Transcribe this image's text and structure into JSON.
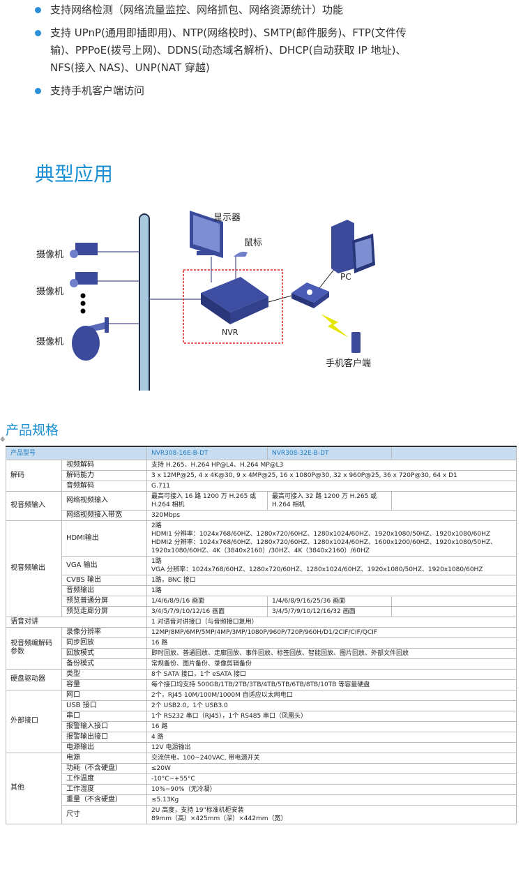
{
  "features": [
    "支持网络检测（网络流量监控、网络抓包、网络资源统计）功能",
    "支持 UPnP(通用即插即用)、NTP(网络校时)、SMTP(邮件服务)、FTP(文件传输)、PPPoE(拨号上网)、DDNS(动态域名解析)、DHCP(自动获取 IP 地址)、NFS(接入 NAS)、UNP(NAT 穿越)",
    "支持手机客户端访问"
  ],
  "section_application": "典型应用",
  "diagram": {
    "camera1": "摄像机",
    "camera2": "摄像机",
    "camera3": "摄像机",
    "monitor": "显示器",
    "mouse": "鼠标",
    "nvr": "NVR",
    "pc": "PC",
    "mobile": "手机客户端"
  },
  "section_spec": "产品规格",
  "table": {
    "header": {
      "label": "产品型号",
      "models": [
        "NVR308-16E-B-DT",
        "NVR308-32E-B-DT",
        ""
      ]
    },
    "groups": [
      {
        "name": "解码",
        "rows": [
          {
            "label": "视频解码",
            "values": [
              "支持 H.265、H.264 HP@L4、H.264 MP@L3"
            ]
          },
          {
            "label": "解码能力",
            "values": [
              "3 x 12MP@25, 4 x 4K@30, 9 x 4MP@25, 16 x 1080P@30, 32 x 960P@25, 36 x 720P@30, 64 x D1"
            ]
          },
          {
            "label": "音频解码",
            "values": [
              "G.711"
            ]
          }
        ]
      },
      {
        "name": "视音频输入",
        "rows": [
          {
            "label": "网络视频输入",
            "values": [
              "最高可接入 16 路 1200 万 H.265 或 H.264 相机",
              "最高可接入 32 路 1200 万 H.265 或 H.264 相机"
            ]
          },
          {
            "label": "网络视频接入带宽",
            "values": [
              "320Mbps"
            ]
          }
        ]
      },
      {
        "name": "视音频输出",
        "rows": [
          {
            "label": "HDMI输出",
            "values": [
              "2路\nHDMI1 分辨率：1024x768/60HZ、1280x720/60HZ、1280x1024/60HZ、1920x1080/50HZ、1920x1080/60HZ\nHDMI2 分辨率：1024x768/60HZ、1280x720/60HZ、1280x1024/60HZ、1600x1200/60HZ、1920x1080/50HZ、1920x1080/60HZ、4K（3840x2160）/30HZ、4K（3840x2160）/60HZ"
            ]
          },
          {
            "label": "VGA 输出",
            "values": [
              "1路\nVGA 分辨率：1024x768/60HZ、1280x720/60HZ、1280x1024/60HZ、1920x1080/50HZ、1920x1080/60HZ"
            ]
          },
          {
            "label": "CVBS 输出",
            "values": [
              "1路，BNC 接口"
            ]
          },
          {
            "label": "音频输出",
            "values": [
              "1路"
            ]
          },
          {
            "label": "预览普通分屏",
            "values": [
              "1/4/6/8/9/16 画面",
              "1/4/6/8/9/16/25/36 画面"
            ]
          },
          {
            "label": "预览走廊分屏",
            "values": [
              "3/4/5/7/9/10/12/16 画面",
              "3/4/5/7/9/10/12/16/32 画面"
            ]
          }
        ]
      },
      {
        "name": "语音对讲",
        "rows": [
          {
            "label": "",
            "values": [
              "1 对语音对讲接口（与音频接口复用）"
            ]
          }
        ]
      },
      {
        "name": "视音频编解码参数",
        "rows": [
          {
            "label": "录像分辨率",
            "values": [
              "12MP/8MP/6MP/5MP/4MP/3MP/1080P/960P/720P/960H/D1/2CIF/CIF/QCIF"
            ]
          },
          {
            "label": "同步回放",
            "values": [
              "16 路"
            ]
          },
          {
            "label": "回放模式",
            "values": [
              "即时回放、普通回放、走廊回放、事件回放、标签回放、智能回放、图片回放、外部文件回放"
            ]
          },
          {
            "label": "备份模式",
            "values": [
              "常规备份、图片备份、录像剪辑备份"
            ]
          }
        ]
      },
      {
        "name": "硬盘驱动器",
        "rows": [
          {
            "label": "类型",
            "values": [
              "8个 SATA 接口，1个 eSATA 接口"
            ]
          },
          {
            "label": "容量",
            "values": [
              "每个接口均支持 500GB/1TB/2TB/3TB/4TB/5TB/6TB/8TB/10TB 等容量硬盘"
            ]
          }
        ]
      },
      {
        "name": "外部接口",
        "rows": [
          {
            "label": "网口",
            "values": [
              "2个，RJ45 10M/100M/1000M 自适应以太网电口"
            ]
          },
          {
            "label": "USB 接口",
            "values": [
              "2个 USB2.0，1个 USB3.0"
            ]
          },
          {
            "label": "串口",
            "values": [
              "1个 RS232 串口（RJ45），1个 RS485 串口（凤凰头）"
            ]
          },
          {
            "label": "报警输入接口",
            "values": [
              "16 路"
            ]
          },
          {
            "label": "报警输出接口",
            "values": [
              "4 路"
            ]
          },
          {
            "label": "电源输出",
            "values": [
              "12V 电源输出"
            ]
          }
        ]
      },
      {
        "name": "其他",
        "rows": [
          {
            "label": "电源",
            "values": [
              "交流供电，100~240VAC, 带电源开关"
            ]
          },
          {
            "label": "功耗（不含硬盘）",
            "values": [
              "≤20W"
            ]
          },
          {
            "label": "工作温度",
            "values": [
              "-10°C~+55°C"
            ]
          },
          {
            "label": "工作湿度",
            "values": [
              "10%~90%（无冷凝）"
            ]
          },
          {
            "label": "重量（不含硬盘）",
            "values": [
              "≤5.13Kg"
            ]
          },
          {
            "label": "尺寸",
            "values": [
              "2U 高度，支持 19\"标准机柜安装\n89mm（高）×425mm（深）×442mm（宽）"
            ]
          }
        ]
      }
    ]
  }
}
